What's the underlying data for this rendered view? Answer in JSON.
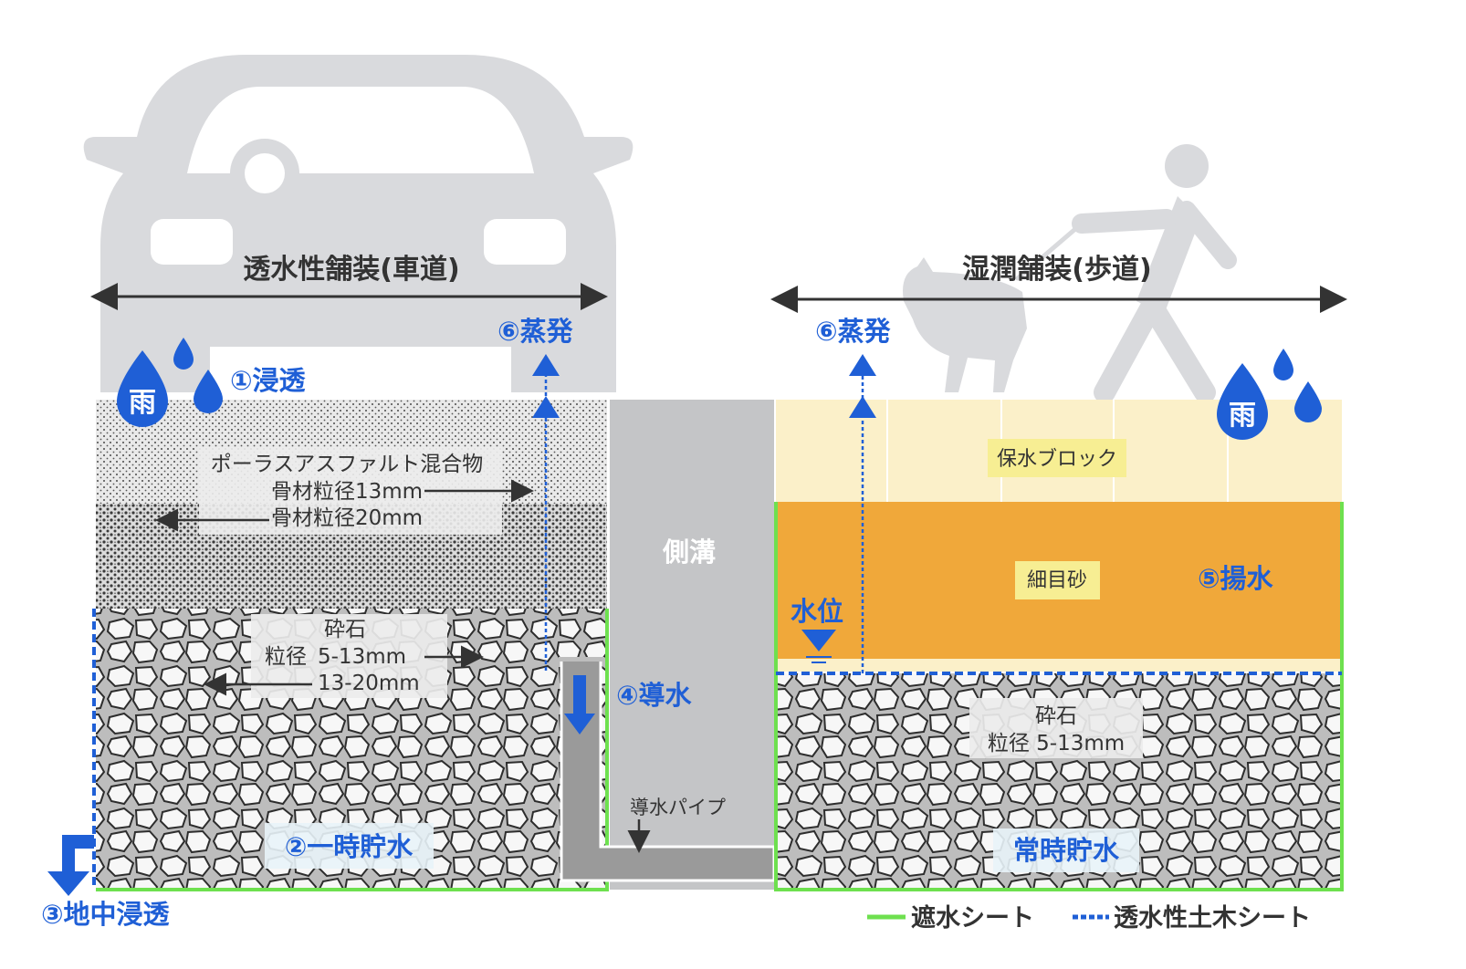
{
  "colors": {
    "blue": "#1f5fd6",
    "green": "#6ee04f",
    "silhouette": "#d9dadd",
    "gutter": "#c4c5c7",
    "block": "#fbf0c9",
    "sand": "#f0a83a",
    "label_box": "#f7ee93",
    "text": "#333333"
  },
  "left_section": {
    "title": "透水性舗装(車道)",
    "rain_icon": "雨",
    "step_infiltration": "①浸透",
    "step_evaporation": "⑥蒸発",
    "asphalt_label": "ポーラスアスファルト混合物",
    "aggregate_13": "骨材粒径13mm",
    "aggregate_20": "骨材粒径20mm",
    "crushed_stone": "砕石",
    "grain_prefix": "粒径",
    "grain_5_13": "5-13mm",
    "grain_13_20": "13-20mm",
    "step_temporary_storage": "②一時貯水",
    "step_ground_infiltration": "③地中浸透"
  },
  "gutter": {
    "label": "側溝",
    "step_water_guide": "④導水",
    "pipe_label": "導水パイプ"
  },
  "right_section": {
    "title": "湿潤舗装(歩道)",
    "rain_icon": "雨",
    "step_evaporation": "⑥蒸発",
    "block_label": "保水ブロック",
    "sand_label": "細目砂",
    "step_pumping": "⑤揚水",
    "water_level": "水位",
    "crushed_stone": "砕石",
    "grain": "粒径 5-13mm",
    "constant_storage": "常時貯水"
  },
  "legend": {
    "waterproof_sheet": "遮水シート",
    "permeable_sheet": "透水性土木シート"
  },
  "icons": [
    "car-silhouette",
    "walker-with-dog-silhouette",
    "rain-drop-icon",
    "arrow-icon",
    "water-level-icon"
  ]
}
